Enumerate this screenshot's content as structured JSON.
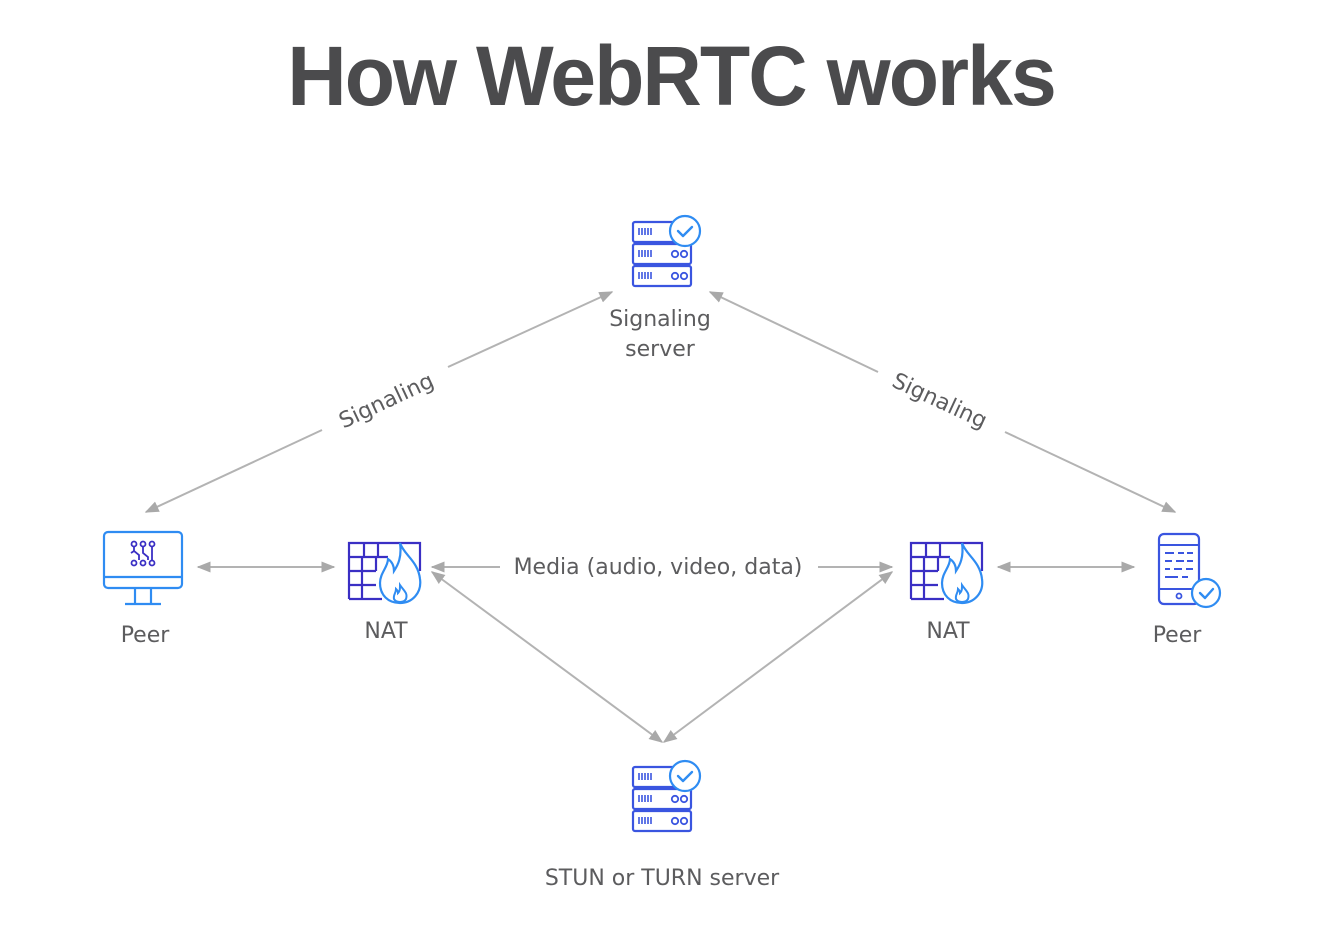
{
  "title": "How WebRTC works",
  "colors": {
    "title": "#4b4b4d",
    "text": "#5c5c5e",
    "arrow": "#b3b3b3",
    "icon_dark": "#3a2fc4",
    "icon_light": "#2f8cf2"
  },
  "nodes": {
    "signaling_server": {
      "label_line1": "Signaling",
      "label_line2": "server",
      "icon": "server-check-icon"
    },
    "peer_left": {
      "label": "Peer",
      "icon": "desktop-monitor-icon"
    },
    "nat_left": {
      "label": "NAT",
      "icon": "firewall-icon"
    },
    "nat_right": {
      "label": "NAT",
      "icon": "firewall-icon"
    },
    "peer_right": {
      "label": "Peer",
      "icon": "mobile-phone-check-icon"
    },
    "stun_turn_server": {
      "label": "STUN or TURN server",
      "icon": "server-check-icon"
    }
  },
  "edges": {
    "signaling_left": {
      "label": "Signaling",
      "from": "Signaling server",
      "to": "Peer (left)"
    },
    "signaling_right": {
      "label": "Signaling",
      "from": "Signaling server",
      "to": "Peer (right)"
    },
    "media": {
      "label": "Media (audio, video, data)",
      "from": "NAT (left)",
      "to": "NAT (right)"
    },
    "peer_nat_left": {
      "label": "",
      "from": "Peer (left)",
      "to": "NAT (left)"
    },
    "peer_nat_right": {
      "label": "",
      "from": "NAT (right)",
      "to": "Peer (right)"
    },
    "nat_stun_left": {
      "label": "",
      "from": "NAT (left)",
      "to": "STUN or TURN server"
    },
    "nat_stun_right": {
      "label": "",
      "from": "NAT (right)",
      "to": "STUN or TURN server"
    }
  }
}
